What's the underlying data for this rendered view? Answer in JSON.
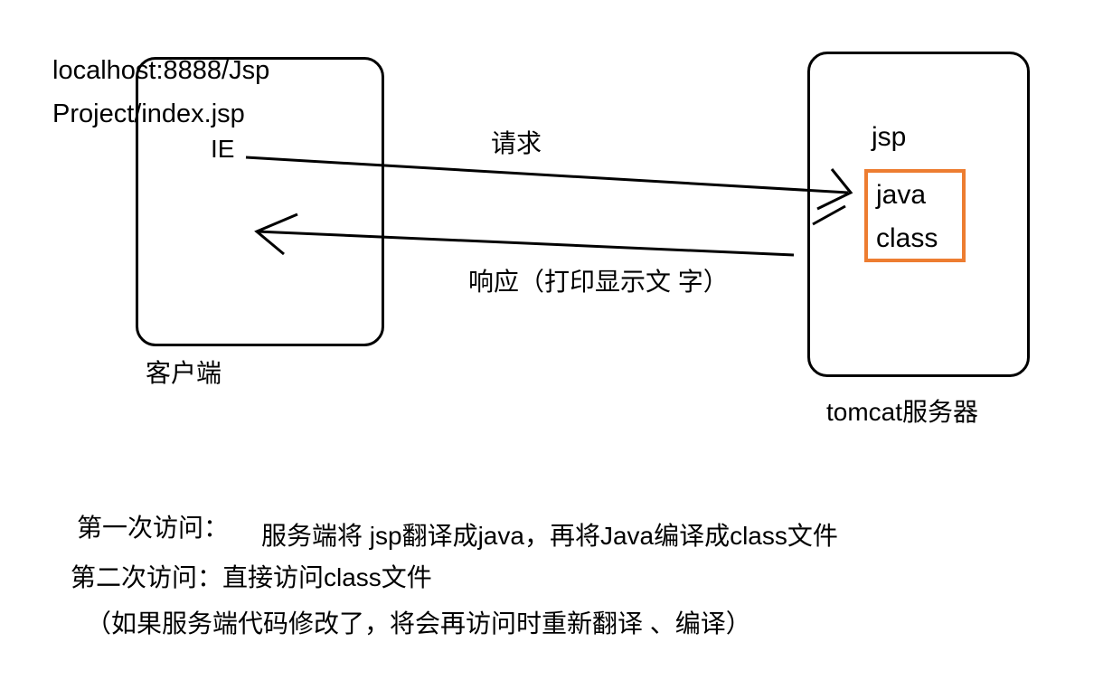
{
  "diagram": {
    "request_url": {
      "line1": "localhost:8888/Jsp",
      "line2": "Project/index.jsp"
    },
    "client": {
      "browser": "IE",
      "caption": "客户端"
    },
    "server": {
      "file_jsp": "jsp",
      "file_java": "java",
      "file_class": "class",
      "caption": "tomcat服务器"
    },
    "request_label": "请求",
    "response_label": "响应（打印显示文 字）",
    "colors": {
      "highlight_border": "#ED7D31",
      "stroke": "#000000",
      "background": "#FFFFFF"
    }
  },
  "notes": {
    "first_visit_label": "第一次访问：",
    "first_visit_text": "服务端将 jsp翻译成java，再将Java编译成class文件",
    "second_visit": "第二次访问：直接访问class文件",
    "remark": "（如果服务端代码修改了，将会再访问时重新翻译 、编译）"
  }
}
